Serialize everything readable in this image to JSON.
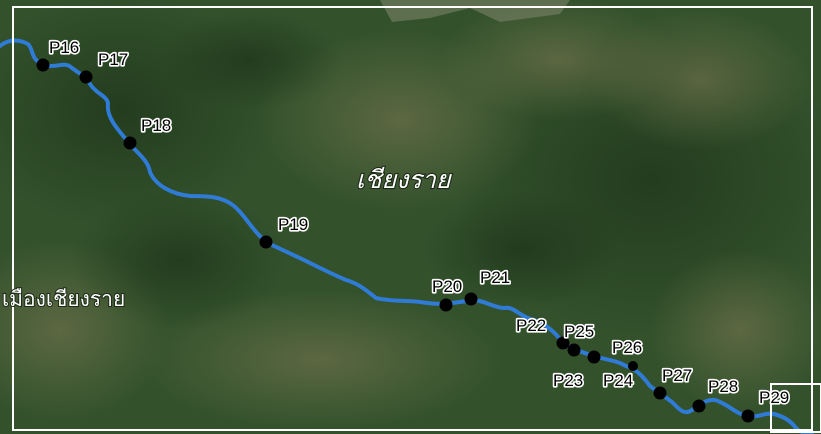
{
  "map": {
    "region_label": "เชียงราย",
    "district_label": "เมืองเชียงราย",
    "colors": {
      "river": "#2f7bd6",
      "frame": "#ffffff",
      "point": "#000000",
      "terrain_dark": "#2b4526",
      "terrain_light": "#6b7a4f"
    },
    "points": [
      {
        "id": "P16",
        "label": "P16"
      },
      {
        "id": "P17",
        "label": "P17"
      },
      {
        "id": "P18",
        "label": "P18"
      },
      {
        "id": "P19",
        "label": "P19"
      },
      {
        "id": "P20",
        "label": "P20"
      },
      {
        "id": "P21",
        "label": "P21"
      },
      {
        "id": "P22",
        "label": "P22"
      },
      {
        "id": "P25",
        "label": "P25"
      },
      {
        "id": "P26",
        "label": "P26"
      },
      {
        "id": "P23",
        "label": "P23"
      },
      {
        "id": "P24",
        "label": "P24"
      },
      {
        "id": "P27",
        "label": "P27"
      },
      {
        "id": "P28",
        "label": "P28"
      },
      {
        "id": "P29",
        "label": "P29"
      }
    ]
  }
}
